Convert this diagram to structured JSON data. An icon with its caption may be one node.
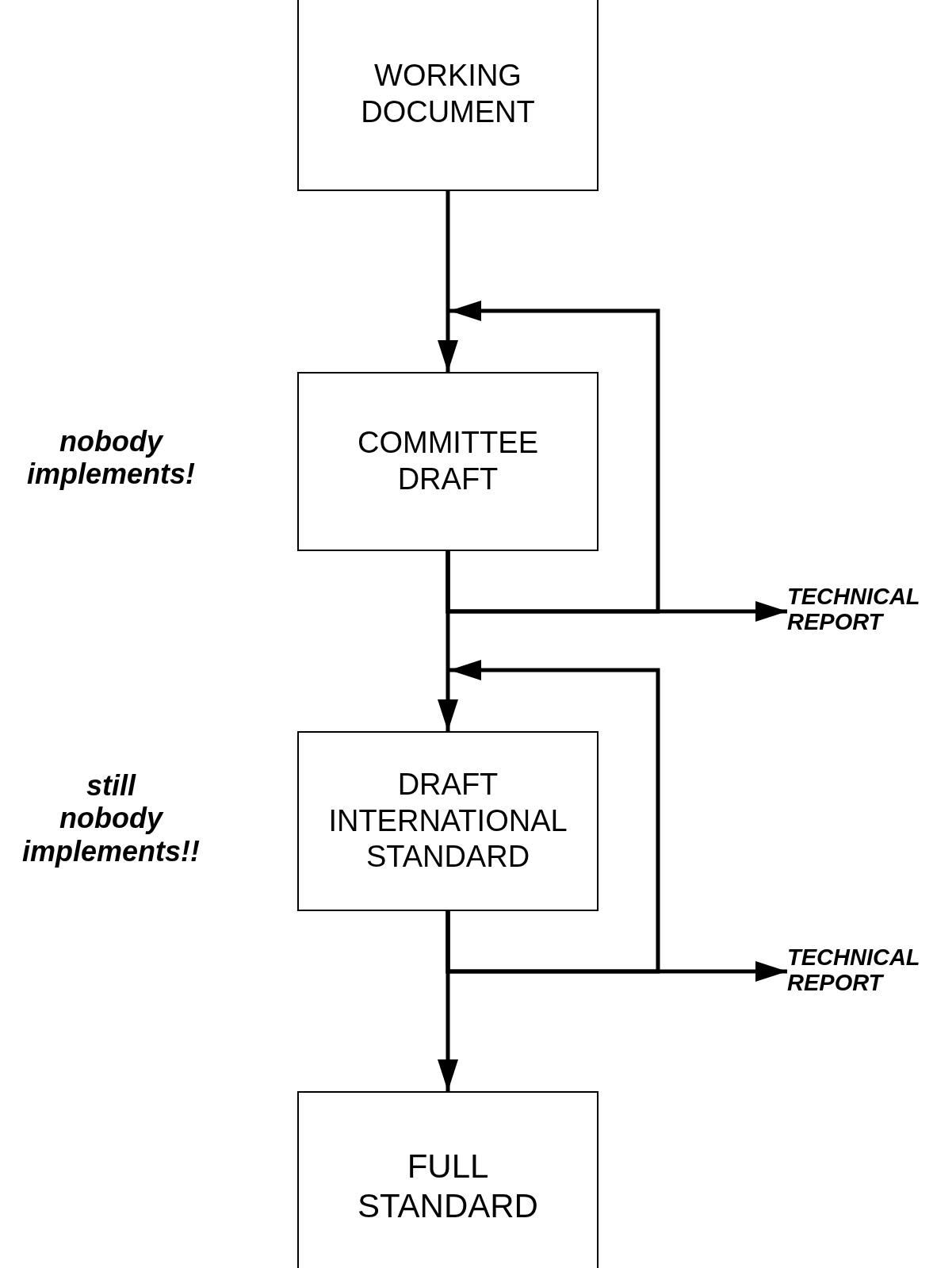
{
  "diagram": {
    "nodes": [
      {
        "text": [
          "WORKING DOCUMENT"
        ]
      },
      {
        "text": [
          "COMMITTEE DRAFT"
        ],
        "beside": [
          "nobody implements!"
        ]
      },
      {
        "text": [
          "DRAFT INTERNATIONAL STANDARD"
        ],
        "beside": [
          "still nobody implements!!"
        ]
      },
      {
        "text": [
          "FULL STANDARD"
        ]
      },
      {
        "text": [
          "TECHNICAL REPORT"
        ]
      },
      {
        "text": [
          "TECHNICAL REPORT"
        ]
      }
    ],
    "edges": [
      {
        "from": 0,
        "to": 1,
        "arrow": "to"
      },
      {
        "from": 1,
        "to": 1,
        "arrow": "to"
      },
      {
        "from": 1,
        "to": 2,
        "arrow": "to"
      },
      {
        "from": 1,
        "to": 4,
        "arrow": "to"
      },
      {
        "from": 2,
        "to": 2,
        "arrow": "to"
      },
      {
        "from": 2,
        "to": 3,
        "arrow": "to"
      },
      {
        "from": 2,
        "to": 5,
        "arrow": "to"
      }
    ]
  }
}
